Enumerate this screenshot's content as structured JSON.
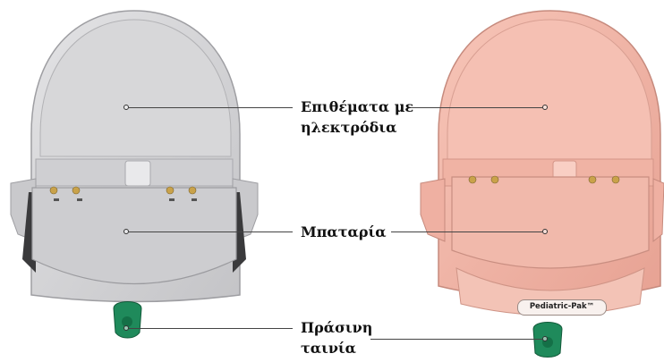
{
  "labels": {
    "pads_line1": "Επιθέματα με",
    "pads_line2": "ηλεκτρόδια",
    "battery": "Μπαταρία",
    "tab_line1": "Πράσινη",
    "tab_line2": "ταινία"
  },
  "badge": "Pediatric-Pak™",
  "colors": {
    "adult_body": "#d4d4d6",
    "pediatric_body": "#f2b6a8",
    "pull_tab": "#1f8a5b",
    "leader_line": "#444444"
  }
}
